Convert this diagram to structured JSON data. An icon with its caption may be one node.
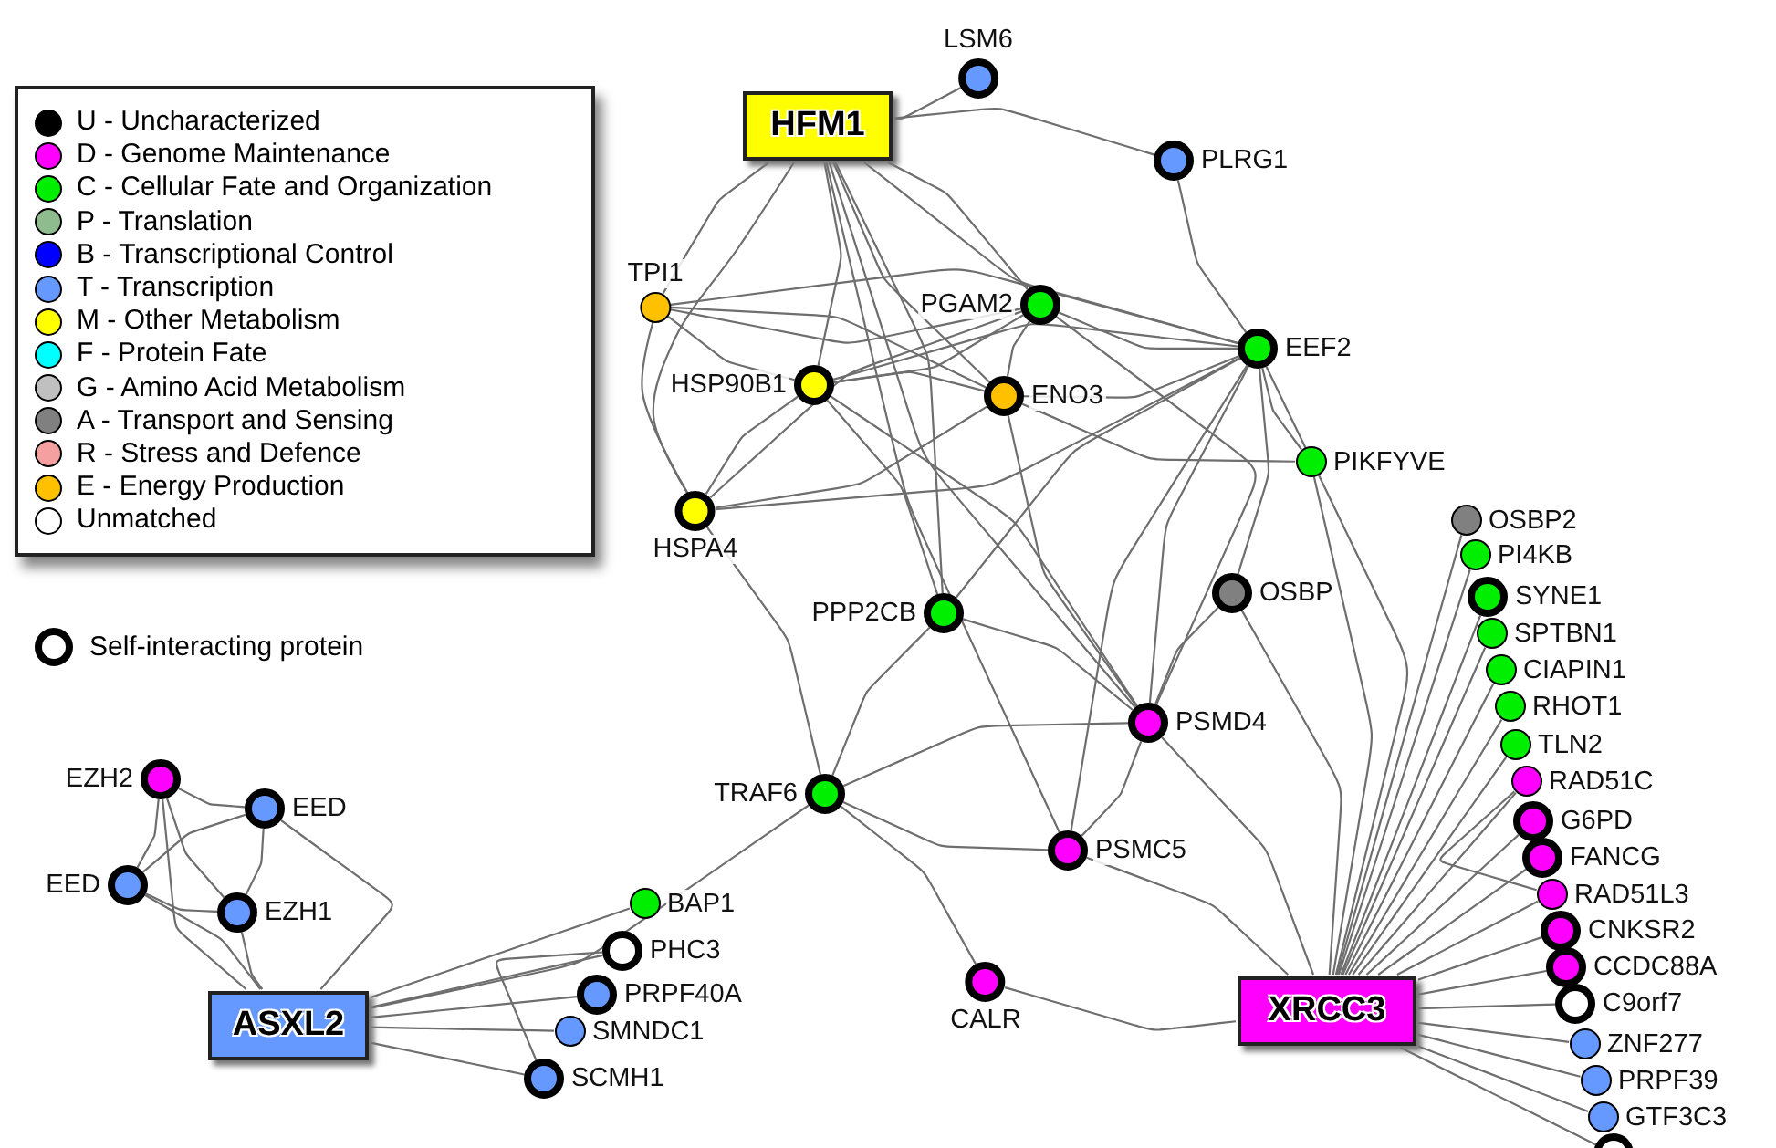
{
  "diagram": {
    "nodes": [
      {
        "text": [
          "HFM1"
        ]
      },
      {
        "text": [
          "LSM6"
        ]
      },
      {
        "text": [
          "PLRG1"
        ]
      },
      {
        "text": [
          "TPI1"
        ]
      },
      {
        "text": [
          "PGAM2"
        ]
      },
      {
        "text": [
          "EEF2"
        ]
      },
      {
        "text": [
          "HSP90B1"
        ]
      },
      {
        "text": [
          "ENO3"
        ]
      },
      {
        "text": [
          "PIKFYVE"
        ]
      },
      {
        "text": [
          "HSPA4"
        ]
      },
      {
        "text": [
          "PPP2CB"
        ]
      },
      {
        "text": [
          "OSBP"
        ]
      },
      {
        "text": [
          "PSMD4"
        ]
      },
      {
        "text": [
          "TRAF6"
        ]
      },
      {
        "text": [
          "PSMC5"
        ]
      },
      {
        "text": [
          "CALR"
        ]
      },
      {
        "text": [
          "XRCC3"
        ]
      },
      {
        "text": [
          "OSBP2"
        ]
      },
      {
        "text": [
          "PI4KB"
        ]
      },
      {
        "text": [
          "SYNE1"
        ]
      },
      {
        "text": [
          "SPTBN1"
        ]
      },
      {
        "text": [
          "CIAPIN1"
        ]
      },
      {
        "text": [
          "RHOT1"
        ]
      },
      {
        "text": [
          "TLN2"
        ]
      },
      {
        "text": [
          "RAD51C"
        ]
      },
      {
        "text": [
          "G6PD"
        ]
      },
      {
        "text": [
          "FANCG"
        ]
      },
      {
        "text": [
          "RAD51L3"
        ]
      },
      {
        "text": [
          "CNKSR2"
        ]
      },
      {
        "text": [
          "CCDC88A"
        ]
      },
      {
        "text": [
          "C9orf7"
        ]
      },
      {
        "text": [
          "ZNF277"
        ]
      },
      {
        "text": [
          "PRPF39"
        ]
      },
      {
        "text": [
          "GTF3C3"
        ]
      },
      {
        "text": [],
        "shape": "circle"
      },
      {
        "text": [
          "EZH2"
        ]
      },
      {
        "text": [
          "EED"
        ]
      },
      {
        "text": [
          "EED"
        ]
      },
      {
        "text": [
          "EZH1"
        ]
      },
      {
        "text": [
          "ASXL2"
        ]
      },
      {
        "text": [
          "BAP1"
        ]
      },
      {
        "text": [
          "PHC3"
        ]
      },
      {
        "text": [
          "PRPF40A"
        ]
      },
      {
        "text": [
          "SMNDC1"
        ]
      },
      {
        "text": [
          "SCMH1"
        ]
      }
    ],
    "edges": [
      {
        "from": 0,
        "to": 1,
        "arrow": "none"
      },
      {
        "from": 0,
        "to": 2,
        "arrow": "none"
      },
      {
        "from": 0,
        "to": 5,
        "arrow": "none"
      },
      {
        "from": 0,
        "to": 3,
        "arrow": "none"
      },
      {
        "from": 0,
        "to": 9,
        "arrow": "none"
      },
      {
        "from": 0,
        "to": 6,
        "arrow": "none"
      },
      {
        "from": 0,
        "to": 4,
        "arrow": "none"
      },
      {
        "from": 0,
        "to": 7,
        "arrow": "none"
      },
      {
        "from": 0,
        "to": 10,
        "arrow": "none"
      },
      {
        "from": 0,
        "to": 12,
        "arrow": "none"
      },
      {
        "from": 0,
        "to": 14,
        "arrow": "none"
      },
      {
        "from": 2,
        "to": 5,
        "arrow": "none"
      },
      {
        "from": 3,
        "to": 4,
        "arrow": "none"
      },
      {
        "from": 3,
        "to": 5,
        "arrow": "none"
      },
      {
        "from": 3,
        "to": 7,
        "arrow": "none"
      },
      {
        "from": 3,
        "to": 6,
        "arrow": "none"
      },
      {
        "from": 3,
        "to": 9,
        "arrow": "none"
      },
      {
        "from": 4,
        "to": 5,
        "arrow": "none"
      },
      {
        "from": 4,
        "to": 7,
        "arrow": "none"
      },
      {
        "from": 4,
        "to": 6,
        "arrow": "none"
      },
      {
        "from": 4,
        "to": 9,
        "arrow": "none"
      },
      {
        "from": 4,
        "to": 12,
        "arrow": "none"
      },
      {
        "from": 5,
        "to": 6,
        "arrow": "none"
      },
      {
        "from": 5,
        "to": 9,
        "arrow": "none"
      },
      {
        "from": 5,
        "to": 7,
        "arrow": "none"
      },
      {
        "from": 5,
        "to": 8,
        "arrow": "none"
      },
      {
        "from": 5,
        "to": 10,
        "arrow": "none"
      },
      {
        "from": 5,
        "to": 12,
        "arrow": "none"
      },
      {
        "from": 5,
        "to": 14,
        "arrow": "none"
      },
      {
        "from": 5,
        "to": 11,
        "arrow": "none"
      },
      {
        "from": 5,
        "to": 16,
        "arrow": "none"
      },
      {
        "from": 7,
        "to": 8,
        "arrow": "none"
      },
      {
        "from": 7,
        "to": 9,
        "arrow": "none"
      },
      {
        "from": 7,
        "to": 6,
        "arrow": "none"
      },
      {
        "from": 7,
        "to": 12,
        "arrow": "none"
      },
      {
        "from": 6,
        "to": 9,
        "arrow": "none"
      },
      {
        "from": 6,
        "to": 10,
        "arrow": "none"
      },
      {
        "from": 6,
        "to": 12,
        "arrow": "none"
      },
      {
        "from": 9,
        "to": 13,
        "arrow": "none"
      },
      {
        "from": 10,
        "to": 13,
        "arrow": "none"
      },
      {
        "from": 10,
        "to": 12,
        "arrow": "none"
      },
      {
        "from": 11,
        "to": 12,
        "arrow": "none"
      },
      {
        "from": 11,
        "to": 16,
        "arrow": "none"
      },
      {
        "from": 8,
        "to": 16,
        "arrow": "none"
      },
      {
        "from": 12,
        "to": 13,
        "arrow": "none"
      },
      {
        "from": 12,
        "to": 14,
        "arrow": "none"
      },
      {
        "from": 12,
        "to": 16,
        "arrow": "none"
      },
      {
        "from": 13,
        "to": 14,
        "arrow": "none"
      },
      {
        "from": 13,
        "to": 15,
        "arrow": "none"
      },
      {
        "from": 13,
        "to": 39,
        "arrow": "none"
      },
      {
        "from": 14,
        "to": 16,
        "arrow": "none"
      },
      {
        "from": 15,
        "to": 16,
        "arrow": "none"
      },
      {
        "from": 16,
        "to": 17,
        "arrow": "none"
      },
      {
        "from": 16,
        "to": 18,
        "arrow": "none"
      },
      {
        "from": 16,
        "to": 19,
        "arrow": "none"
      },
      {
        "from": 16,
        "to": 20,
        "arrow": "none"
      },
      {
        "from": 16,
        "to": 21,
        "arrow": "none"
      },
      {
        "from": 16,
        "to": 22,
        "arrow": "none"
      },
      {
        "from": 16,
        "to": 23,
        "arrow": "none"
      },
      {
        "from": 16,
        "to": 24,
        "arrow": "none"
      },
      {
        "from": 16,
        "to": 25,
        "arrow": "none"
      },
      {
        "from": 16,
        "to": 26,
        "arrow": "none"
      },
      {
        "from": 16,
        "to": 27,
        "arrow": "none"
      },
      {
        "from": 16,
        "to": 28,
        "arrow": "none"
      },
      {
        "from": 16,
        "to": 29,
        "arrow": "none"
      },
      {
        "from": 16,
        "to": 30,
        "arrow": "none"
      },
      {
        "from": 16,
        "to": 31,
        "arrow": "none"
      },
      {
        "from": 16,
        "to": 32,
        "arrow": "none"
      },
      {
        "from": 16,
        "to": 33,
        "arrow": "none"
      },
      {
        "from": 16,
        "to": 34,
        "arrow": "none"
      },
      {
        "from": 24,
        "to": 27,
        "arrow": "none"
      },
      {
        "from": 35,
        "to": 36,
        "arrow": "none"
      },
      {
        "from": 35,
        "to": 37,
        "arrow": "none"
      },
      {
        "from": 35,
        "to": 38,
        "arrow": "none"
      },
      {
        "from": 35,
        "to": 39,
        "arrow": "none"
      },
      {
        "from": 36,
        "to": 37,
        "arrow": "none"
      },
      {
        "from": 36,
        "to": 38,
        "arrow": "none"
      },
      {
        "from": 36,
        "to": 39,
        "arrow": "none"
      },
      {
        "from": 37,
        "to": 38,
        "arrow": "none"
      },
      {
        "from": 37,
        "to": 39,
        "arrow": "none"
      },
      {
        "from": 38,
        "to": 39,
        "arrow": "none"
      },
      {
        "from": 39,
        "to": 40,
        "arrow": "none"
      },
      {
        "from": 39,
        "to": 41,
        "arrow": "none"
      },
      {
        "from": 39,
        "to": 42,
        "arrow": "none"
      },
      {
        "from": 39,
        "to": 43,
        "arrow": "none"
      },
      {
        "from": 39,
        "to": 44,
        "arrow": "none"
      },
      {
        "from": 41,
        "to": 44,
        "arrow": "none"
      }
    ],
    "legend": [
      {
        "text": "U - Uncharacterized",
        "color": "#000000"
      },
      {
        "text": "D - Genome Maintenance",
        "color": "#ff00ff"
      },
      {
        "text": "C - Cellular Fate and Organization",
        "color": "#00ee00"
      },
      {
        "text": "P - Translation",
        "color": "#8fbc8f"
      },
      {
        "text": "B - Transcriptional Control",
        "color": "#0000ff"
      },
      {
        "text": "T - Transcription",
        "color": "#6699ff"
      },
      {
        "text": "M - Other Metabolism",
        "color": "#ffff00"
      },
      {
        "text": "F - Protein Fate",
        "color": "#00ffff"
      },
      {
        "text": "G - Amino Acid Metabolism",
        "color": "#c0c0c0"
      },
      {
        "text": "A - Transport and Sensing",
        "color": "#808080"
      },
      {
        "text": "R - Stress and Defence",
        "color": "#f4a0a0"
      },
      {
        "text": "E - Energy Production",
        "color": "#ffc000"
      },
      {
        "text": "Unmatched",
        "color": "#ffffff"
      },
      {
        "text": "Self-interacting protein"
      }
    ]
  }
}
